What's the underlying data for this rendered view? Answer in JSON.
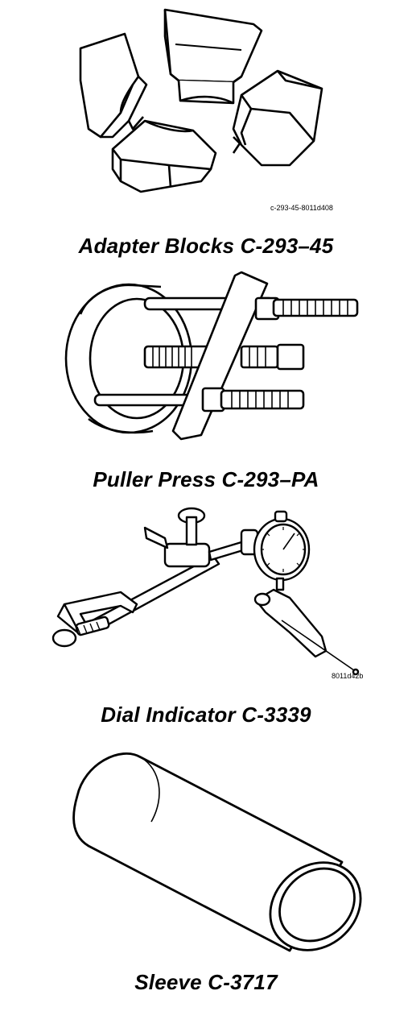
{
  "tools": [
    {
      "icon": "adapter-blocks-icon",
      "caption": "Adapter Blocks C-293–45",
      "ref_code": "c-293-45-8011d408"
    },
    {
      "icon": "puller-press-icon",
      "caption": "Puller Press C-293–PA",
      "ref_code": ""
    },
    {
      "icon": "dial-indicator-icon",
      "caption": "Dial Indicator C-3339",
      "ref_code": "8011d42b"
    },
    {
      "icon": "sleeve-icon",
      "caption": "Sleeve C-3717",
      "ref_code": ""
    }
  ]
}
